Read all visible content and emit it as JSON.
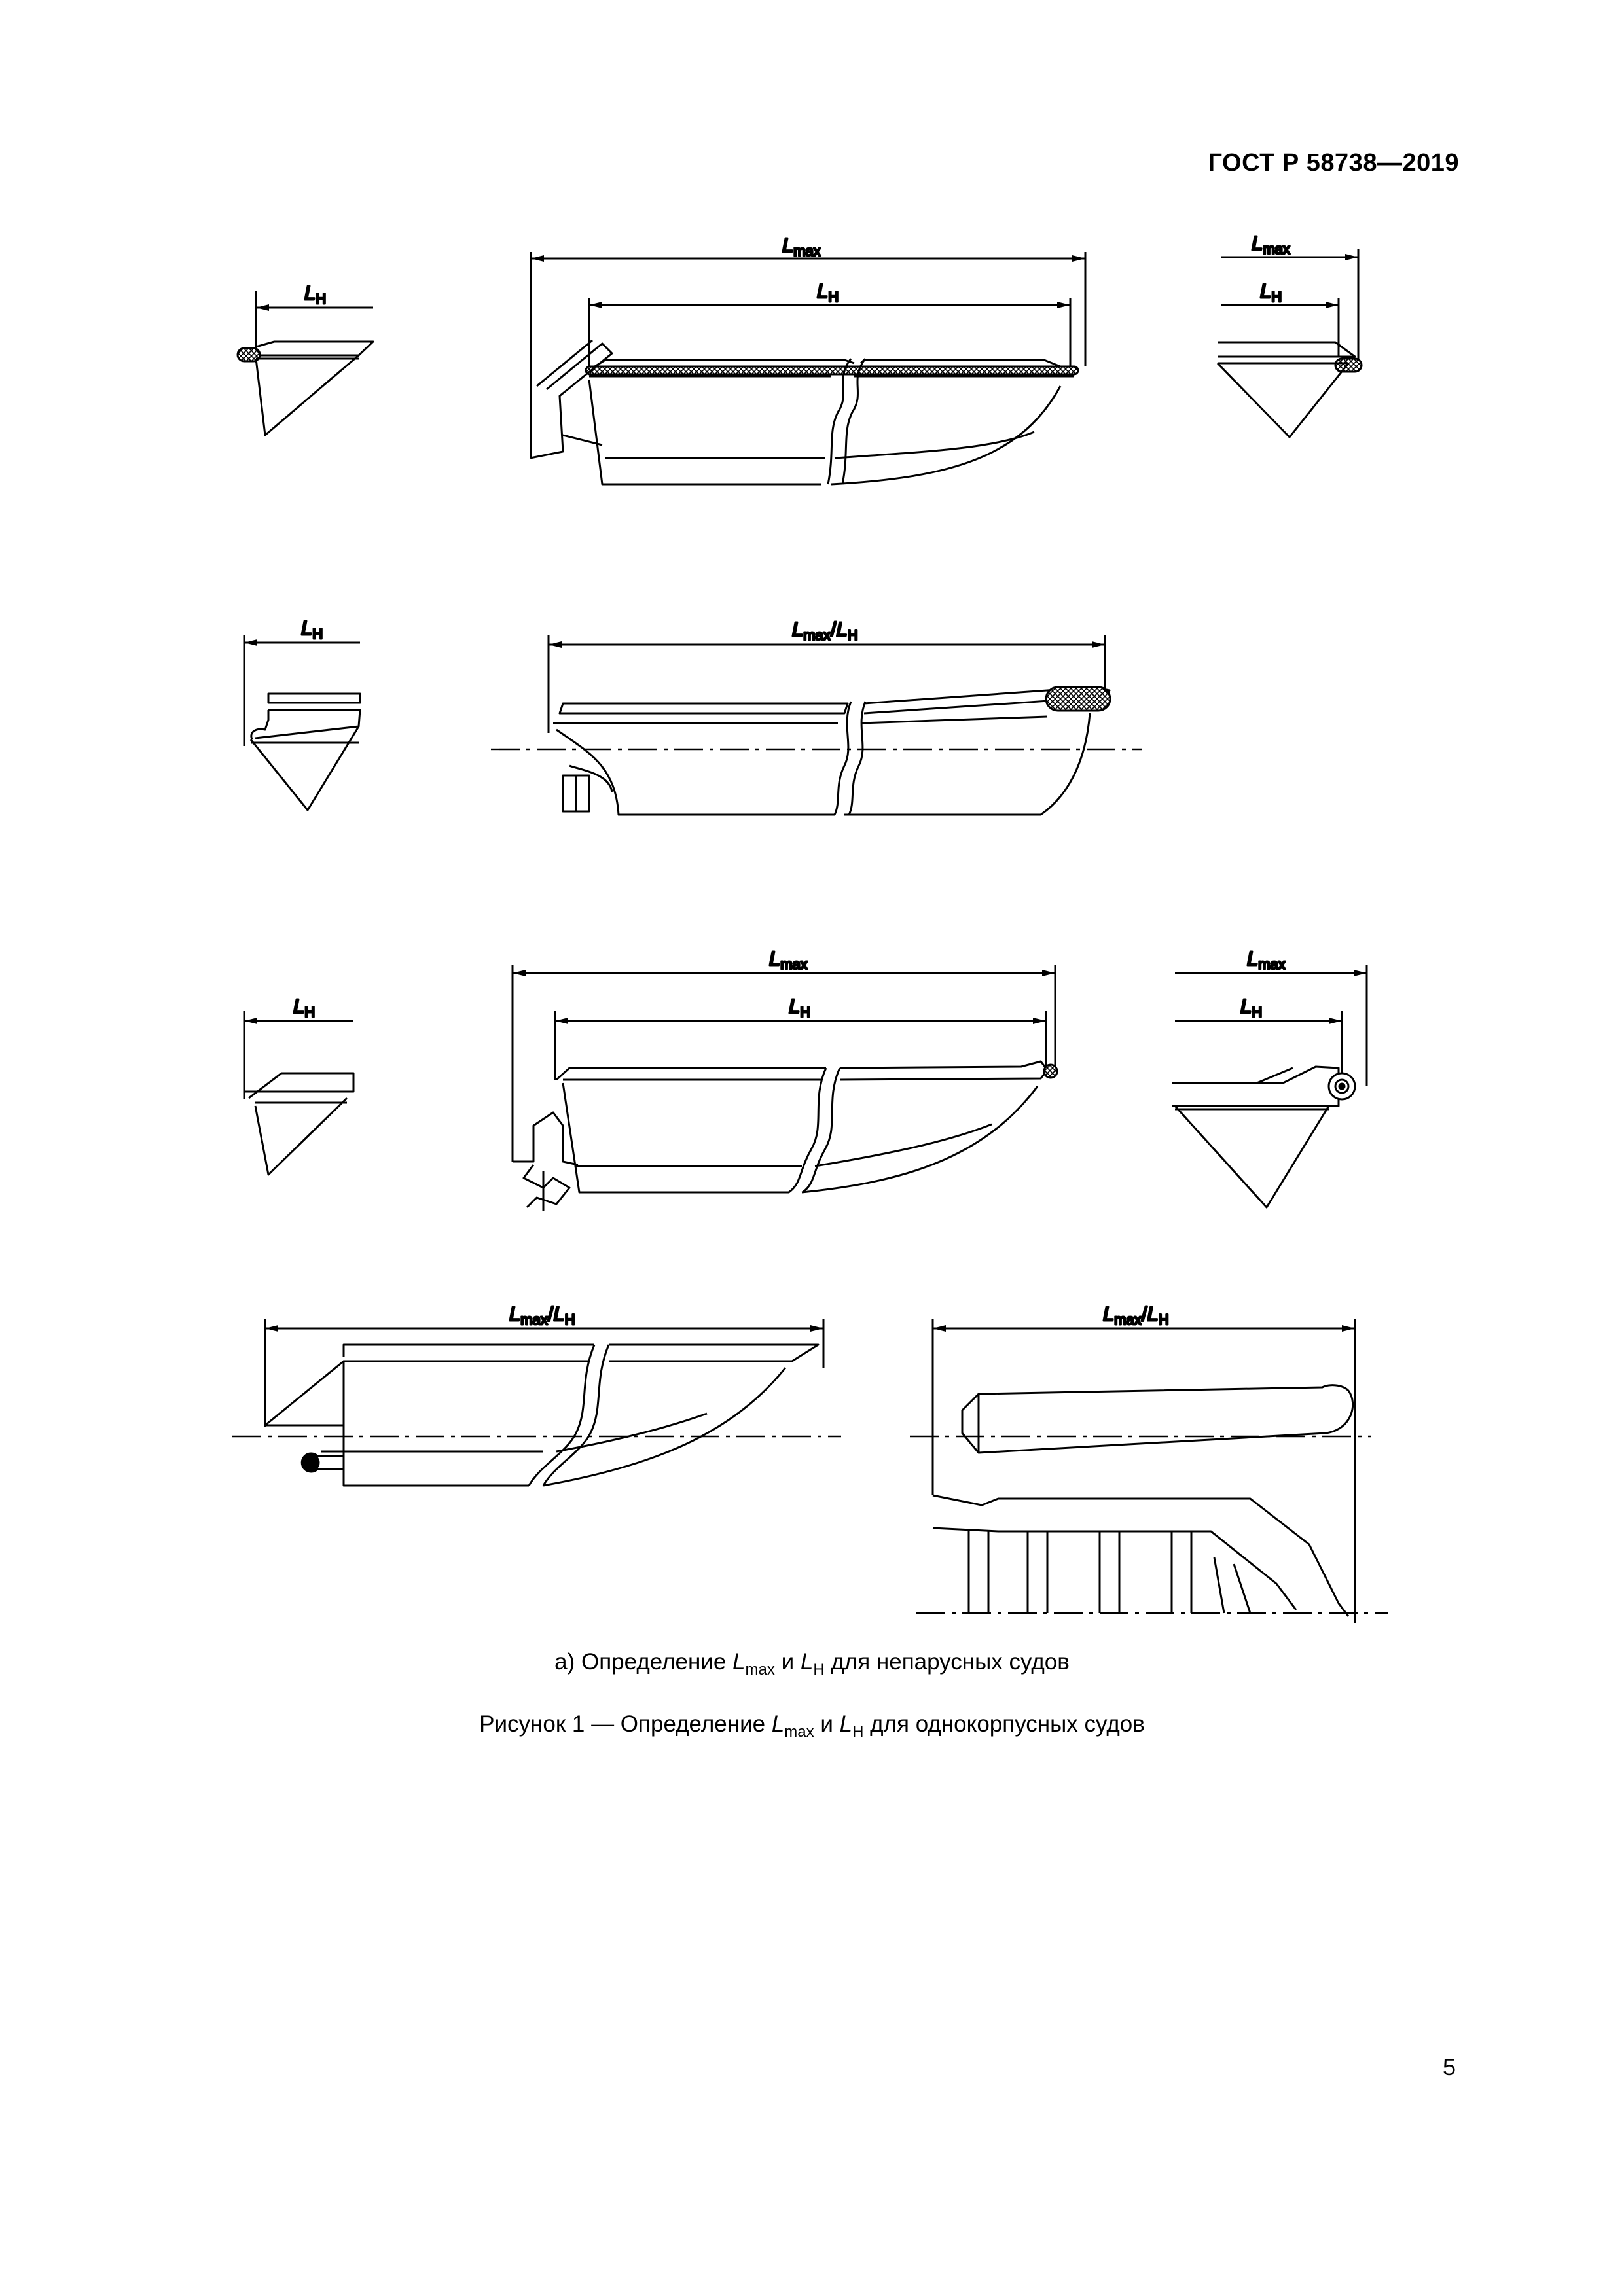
{
  "header": {
    "standard_number": "ГОСТ Р 58738—2019"
  },
  "labels": {
    "l_max": {
      "symbol": "L",
      "subscript": "max"
    },
    "l_h": {
      "symbol": "L",
      "subscript": "H"
    },
    "l_max_l_h": {
      "symbol": "L",
      "subscript": "max",
      "separator": "/",
      "symbol2": "L",
      "subscript2": "H"
    }
  },
  "caption_a": {
    "prefix": "а)  Определение ",
    "sym1": "L",
    "sub1": "max",
    "mid": " и ",
    "sym2": "L",
    "sub2": "H",
    "suffix": " для непарусных судов"
  },
  "figure_caption": {
    "prefix": "Рисунок 1 — Определение ",
    "sym1": "L",
    "sub1": "max",
    "mid": " и ",
    "sym2": "L",
    "sub2": "H",
    "suffix": " для однокорпусных судов"
  },
  "page_number": "5"
}
